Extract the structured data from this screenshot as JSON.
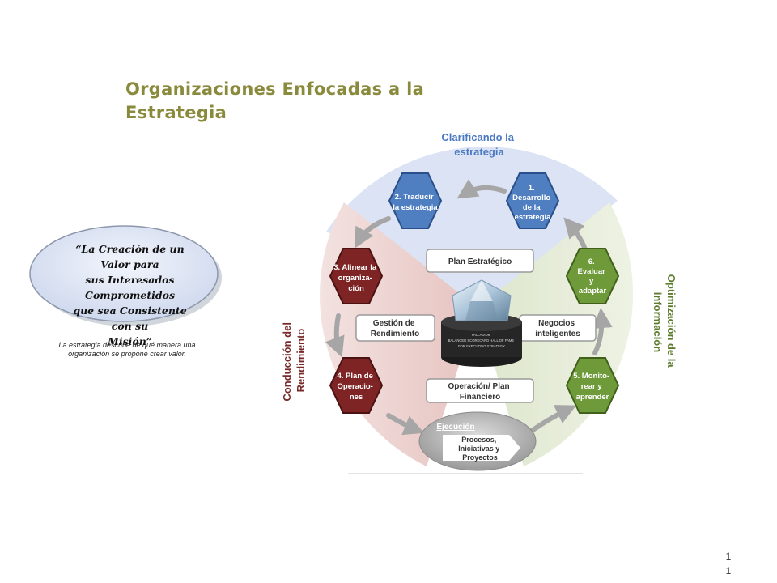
{
  "slide": {
    "title_line1": "Organizaciones Enfocadas a la",
    "title_line2": "Estrategia",
    "quote_lines": [
      "“La Creación de un Valor para",
      "sus Interesados Comprometidos",
      "que sea Consistente con su",
      "Misión”"
    ],
    "caption_line1": "La estrategia describe de qué manera una",
    "caption_line2": "organización se propone crear valor.",
    "page_number": [
      "1",
      "1"
    ]
  },
  "diagram": {
    "sector_top_line1": "Clarificando la",
    "sector_top_line2": "estrategia",
    "sector_left_line1": "Conducción del",
    "sector_left_line2": "Rendimiento",
    "sector_right_line1": "Optimización de la",
    "sector_right_line2": "información",
    "step1": [
      "1.",
      "Desarrollo",
      "de la",
      "estrategia"
    ],
    "step2": [
      "2. Traducir",
      "la estrategia"
    ],
    "step3": [
      "3. Alinear la",
      "organiza-",
      "ción"
    ],
    "step4": [
      "4. Plan de",
      "Operacio-",
      "nes"
    ],
    "step5": [
      "5. Monito-",
      "rear y",
      "aprender"
    ],
    "step6": [
      "6.",
      "Evaluar",
      "y",
      "adaptar"
    ],
    "box_plan": "Plan Estratégico",
    "box_gestion": [
      "Gestión de",
      "Rendimiento"
    ],
    "box_negocios": [
      "Negocios",
      "inteligentes"
    ],
    "box_operacion": [
      "Operación/ Plan",
      "Financiero"
    ],
    "ejecucion_title": "Ejecución",
    "ejecucion_body": [
      "Procesos,",
      "Iniciativas y",
      "Proyectos"
    ],
    "trophy_text": [
      "PALLADIUM",
      "BALANCED SCORECARD HALL OF FAME",
      "FOR EXECUTING STRATEGY"
    ]
  },
  "colors": {
    "title": "#8a8a3c",
    "blue_hex": "#4f7fc1",
    "red_hex": "#7e2424",
    "green_hex": "#6e9a3a",
    "sector_blue": "#d9e2f4",
    "sector_red": "#ecd2d0",
    "sector_green": "#e6ecd8",
    "arrow": "#a6a6a6"
  }
}
